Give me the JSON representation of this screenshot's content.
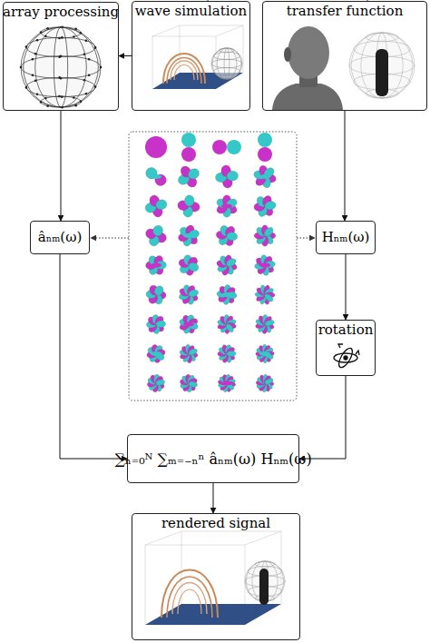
{
  "diagram": {
    "nodes": [
      {
        "text": [
          "array processing"
        ]
      },
      {
        "text": [
          "wave simulation"
        ]
      },
      {
        "text": [
          "transfer function"
        ]
      },
      {
        "text": [
          "âₙₘ(ω)"
        ]
      },
      {
        "text": [
          "Hₙₘ(ω)"
        ]
      },
      {
        "text": [
          "rotation"
        ]
      },
      {
        "text": [
          "∑ₙ₌₀ᴺ ∑ₘ₌₋ₙⁿ âₙₘ(ω) Hₙₘ(ω)"
        ]
      },
      {
        "text": [
          "rendered signal"
        ]
      }
    ],
    "edges": [
      {
        "from": 1,
        "to": 0,
        "arrow": "to"
      },
      {
        "from": 0,
        "to": 3,
        "arrow": "to"
      },
      {
        "from": 2,
        "to": 4,
        "arrow": "to"
      },
      {
        "from": 4,
        "to": 5,
        "arrow": "to"
      },
      {
        "from": 3,
        "to": 6,
        "arrow": "to"
      },
      {
        "from": 5,
        "to": 6,
        "arrow": "to"
      },
      {
        "from": 6,
        "to": 7,
        "arrow": "to"
      }
    ]
  }
}
